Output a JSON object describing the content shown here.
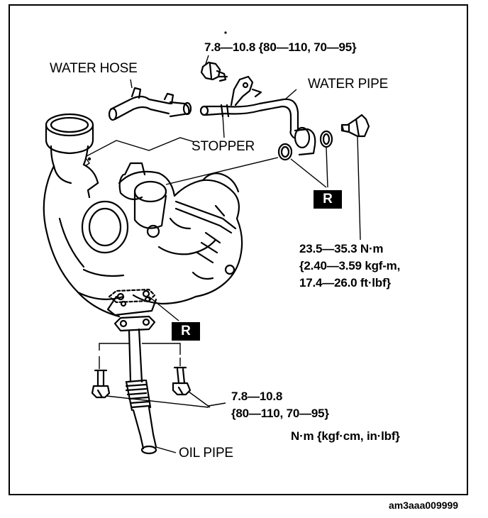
{
  "labels": {
    "water_hose": "WATER HOSE",
    "water_pipe": "WATER PIPE",
    "stopper": "STOPPER",
    "oil_pipe": "OIL PIPE"
  },
  "torques": {
    "top_bolt": "7.8—10.8 {80—110, 70—95}",
    "union_bolt": [
      "23.5—35.3 N·m",
      "{2.40—3.59 kgf-m,",
      "17.4—26.0 ft·lbf}"
    ],
    "oil_pipe_bolts": [
      "7.8—10.8",
      "{80—110, 70—95}"
    ],
    "units": "N·m {kgf·cm, in·lbf}"
  },
  "replace_marks": [
    "R",
    "R"
  ],
  "figure_code": "am3aaa009999"
}
